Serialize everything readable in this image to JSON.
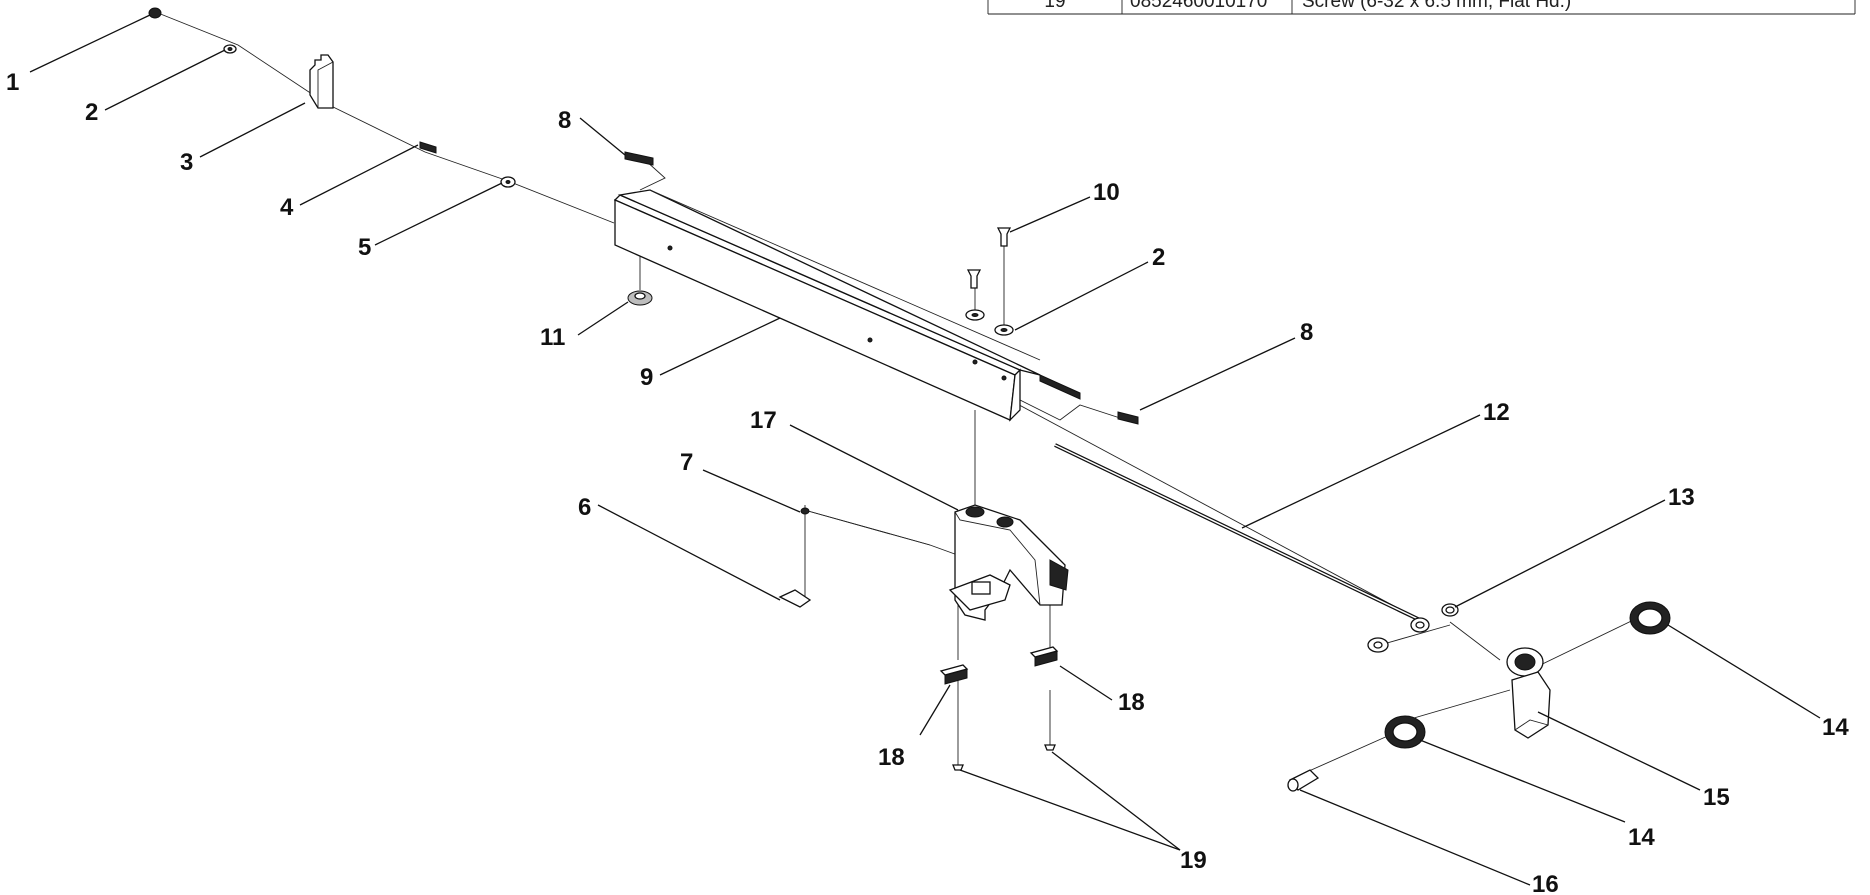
{
  "parts_table": {
    "partial_row": {
      "no": "19",
      "part_number": "0852460010170",
      "description": "Screw (6-32 x 6.5 mm, Flat Hd.)"
    }
  },
  "callouts": {
    "c1": "1",
    "c2a": "2",
    "c2b": "2",
    "c3": "3",
    "c4": "4",
    "c5": "5",
    "c6": "6",
    "c7": "7",
    "c8a": "8",
    "c8b": "8",
    "c9": "9",
    "c10": "10",
    "c11": "11",
    "c12": "12",
    "c13": "13",
    "c14a": "14",
    "c14b": "14",
    "c15": "15",
    "c16": "16",
    "c17": "17",
    "c18a": "18",
    "c18b": "18",
    "c19": "19"
  }
}
